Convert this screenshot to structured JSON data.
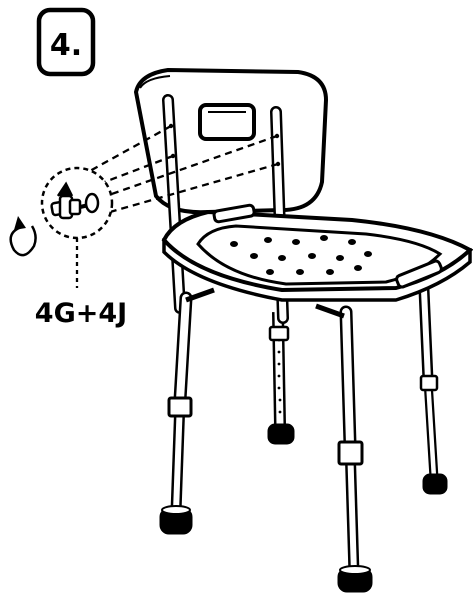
{
  "step": {
    "number": "4."
  },
  "callout": {
    "parts_label": "4G+4J",
    "rotation_icon": "rotate-counterclockwise-icon",
    "part_icon": "wing-nut-bolt-icon"
  },
  "illustration": {
    "subject": "shower-chair-with-backrest",
    "line_color": "#000000",
    "fill_color": "#ffffff"
  }
}
